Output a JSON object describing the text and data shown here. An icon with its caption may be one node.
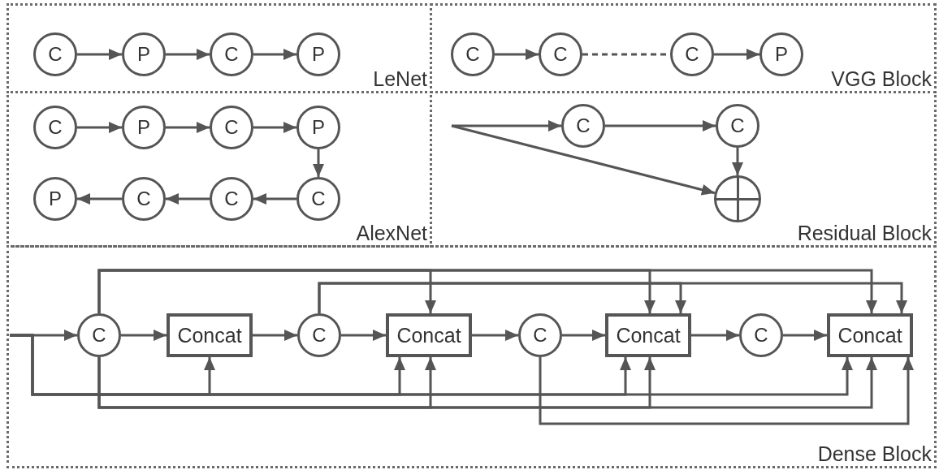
{
  "diagram": {
    "nodes": [
      {
        "text": [
          "LeNet"
        ]
      },
      {
        "text": [
          "C"
        ],
        "in": 0
      },
      {
        "text": [
          "P"
        ],
        "in": 0
      },
      {
        "text": [
          "C"
        ],
        "in": 0
      },
      {
        "text": [
          "P"
        ],
        "in": 0
      },
      {
        "text": [
          "VGG Block"
        ]
      },
      {
        "text": [
          "C"
        ],
        "in": 5
      },
      {
        "text": [
          "C"
        ],
        "in": 5
      },
      {
        "text": [
          "C"
        ],
        "in": 5
      },
      {
        "text": [
          "P"
        ],
        "in": 5
      },
      {
        "text": [
          "AlexNet"
        ]
      },
      {
        "text": [
          "C"
        ],
        "in": 10
      },
      {
        "text": [
          "P"
        ],
        "in": 10
      },
      {
        "text": [
          "C"
        ],
        "in": 10
      },
      {
        "text": [
          "P"
        ],
        "in": 10
      },
      {
        "text": [
          "P"
        ],
        "in": 10
      },
      {
        "text": [
          "C"
        ],
        "in": 10
      },
      {
        "text": [
          "C"
        ],
        "in": 10
      },
      {
        "text": [
          "C"
        ],
        "in": 10
      },
      {
        "text": [
          "Residual Block"
        ]
      },
      {
        "text": [
          "C"
        ],
        "in": 19
      },
      {
        "text": [
          "C"
        ],
        "in": 19
      },
      {
        "text": [],
        "shape": "circle",
        "in": 19
      },
      {
        "text": [
          "Dense Block"
        ]
      },
      {
        "text": [
          "C"
        ],
        "in": 23
      },
      {
        "text": [
          "Concat"
        ],
        "in": 23
      },
      {
        "text": [
          "C"
        ],
        "in": 23
      },
      {
        "text": [
          "Concat"
        ],
        "in": 23
      },
      {
        "text": [
          "C"
        ],
        "in": 23
      },
      {
        "text": [
          "Concat"
        ],
        "in": 23
      },
      {
        "text": [
          "C"
        ],
        "in": 23
      },
      {
        "text": [
          "Concat"
        ],
        "in": 23
      }
    ],
    "edges": [
      {
        "from": 1,
        "to": 2,
        "arrow": "to"
      },
      {
        "from": 2,
        "to": 3,
        "arrow": "to"
      },
      {
        "from": 3,
        "to": 4,
        "arrow": "to"
      },
      {
        "from": 6,
        "to": 7,
        "arrow": "to"
      },
      {
        "from": 7,
        "to": 8,
        "arrow": "none",
        "style": "dashed"
      },
      {
        "from": 8,
        "to": 9,
        "arrow": "to"
      },
      {
        "from": 11,
        "to": 12,
        "arrow": "to"
      },
      {
        "from": 12,
        "to": 13,
        "arrow": "to"
      },
      {
        "from": 13,
        "to": 14,
        "arrow": "to"
      },
      {
        "from": 14,
        "to": 18,
        "arrow": "to"
      },
      {
        "from": 18,
        "to": 17,
        "arrow": "to"
      },
      {
        "from": 17,
        "to": 16,
        "arrow": "to"
      },
      {
        "from": 16,
        "to": 15,
        "arrow": "to"
      },
      {
        "from": null,
        "to": 20,
        "arrow": "to"
      },
      {
        "from": 20,
        "to": 21,
        "arrow": "to"
      },
      {
        "from": 21,
        "to": 22,
        "arrow": "to"
      },
      {
        "from": null,
        "to": 22,
        "arrow": "to"
      },
      {
        "from": null,
        "to": 24,
        "arrow": "to"
      },
      {
        "from": 24,
        "to": 25,
        "arrow": "to"
      },
      {
        "from": 25,
        "to": 26,
        "arrow": "to"
      },
      {
        "from": 26,
        "to": 27,
        "arrow": "to"
      },
      {
        "from": 27,
        "to": 28,
        "arrow": "to"
      },
      {
        "from": 28,
        "to": 29,
        "arrow": "to"
      },
      {
        "from": 29,
        "to": 30,
        "arrow": "to"
      },
      {
        "from": 30,
        "to": 31,
        "arrow": "to"
      },
      {
        "from": null,
        "to": 25,
        "arrow": "to"
      },
      {
        "from": null,
        "to": 27,
        "arrow": "to"
      },
      {
        "from": null,
        "to": 29,
        "arrow": "to"
      },
      {
        "from": null,
        "to": 31,
        "arrow": "to"
      },
      {
        "from": 24,
        "to": 27,
        "arrow": "to"
      },
      {
        "from": 24,
        "to": 29,
        "arrow": "to"
      },
      {
        "from": 24,
        "to": 31,
        "arrow": "to"
      },
      {
        "from": 24,
        "to": 27,
        "arrow": "to"
      },
      {
        "from": 24,
        "to": 29,
        "arrow": "to"
      },
      {
        "from": 24,
        "to": 31,
        "arrow": "to"
      },
      {
        "from": 26,
        "to": 29,
        "arrow": "to"
      },
      {
        "from": 26,
        "to": 31,
        "arrow": "to"
      },
      {
        "from": 28,
        "to": 31,
        "arrow": "to"
      }
    ]
  }
}
